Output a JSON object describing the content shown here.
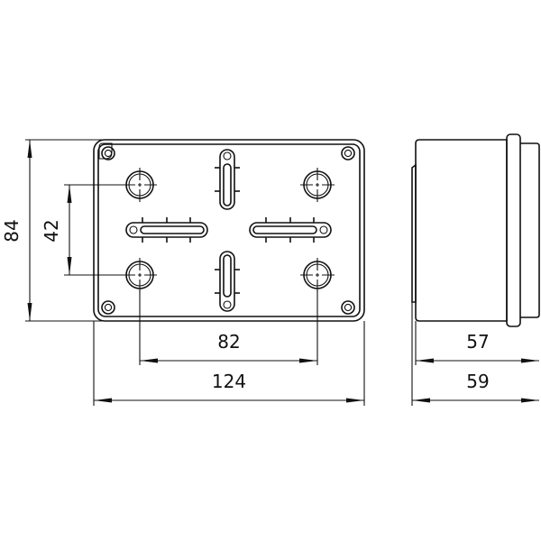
{
  "drawing": {
    "title": "Junction box dimensional drawing",
    "views": [
      "front-view",
      "side-view"
    ],
    "units": "mm"
  },
  "dimensions": {
    "height_total": "84",
    "hole_spacing_vertical": "42",
    "hole_spacing_horizontal": "82",
    "width_total": "124",
    "depth_body": "57",
    "depth_total": "59"
  },
  "colors": {
    "line": "#111111",
    "background": "#ffffff"
  }
}
